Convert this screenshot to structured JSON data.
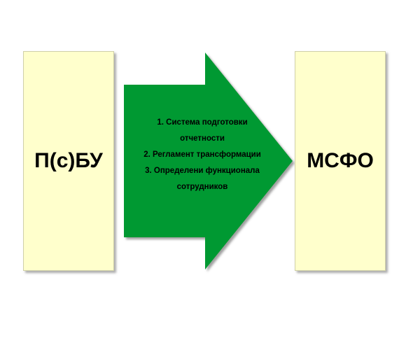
{
  "diagram": {
    "source": {
      "label": "П(с)БУ"
    },
    "target": {
      "label": "МСФО"
    },
    "arrow": {
      "lines": [
        "1. Система подготовки",
        "отчетности",
        "2. Регламент трансформации",
        "3. Определени функционала",
        "сотрудников"
      ]
    }
  },
  "colors": {
    "box_fill": "#ffffcc",
    "arrow_fill": "#009933"
  }
}
